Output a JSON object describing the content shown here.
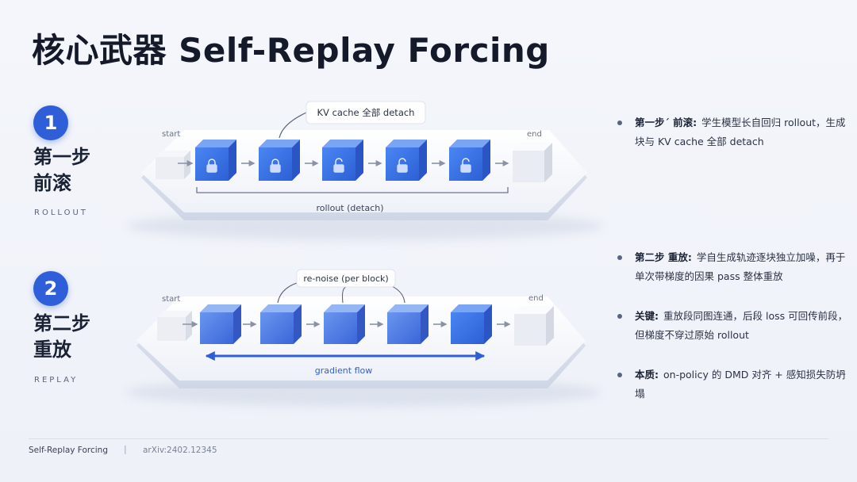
{
  "title": "核心武器 Self-Replay Forcing",
  "steps": [
    {
      "number": "1",
      "name_line1": "第一步",
      "name_line2": "前滚",
      "subtitle": "ROLLOUT",
      "start_label": "start",
      "end_label": "end",
      "callout": "KV cache  全部 detach",
      "bottom_label": "rollout (detach)"
    },
    {
      "number": "2",
      "name_line1": "第二步",
      "name_line2": "重放",
      "subtitle": "REPLAY",
      "start_label": "start",
      "end_label": "end",
      "callout": "re-noise (per block)",
      "bottom_label": "gradient flow"
    }
  ],
  "bullets": [
    {
      "label": "第一步´ 前滚:",
      "text": "学生模型长自回归 rollout，生成块与 KV cache 全部 detach"
    },
    {
      "label": "第二步  重放:",
      "text": "学自生成轨迹逐块独立加噪，再于单次带梯度的因果 pass 整体重放"
    },
    {
      "label": "关键:",
      "text": "重放段同图连通，后段 loss 可回传前段，但梯度不穿过原始 rollout"
    },
    {
      "label": "本质:",
      "text": "on-policy 的 DMD 对齐 + 感知损失防坍塌"
    }
  ],
  "footer": {
    "left": "Self-Replay Forcing",
    "separator": "|",
    "right": "arXiv:2402.12345"
  },
  "colors": {
    "accent": "#2f5fd8",
    "cube_blue": "#3b73e6",
    "cube_grey": "#e9ecf2"
  },
  "icons": [
    "lock-icon",
    "unlock-icon",
    "arrow-right-icon"
  ]
}
